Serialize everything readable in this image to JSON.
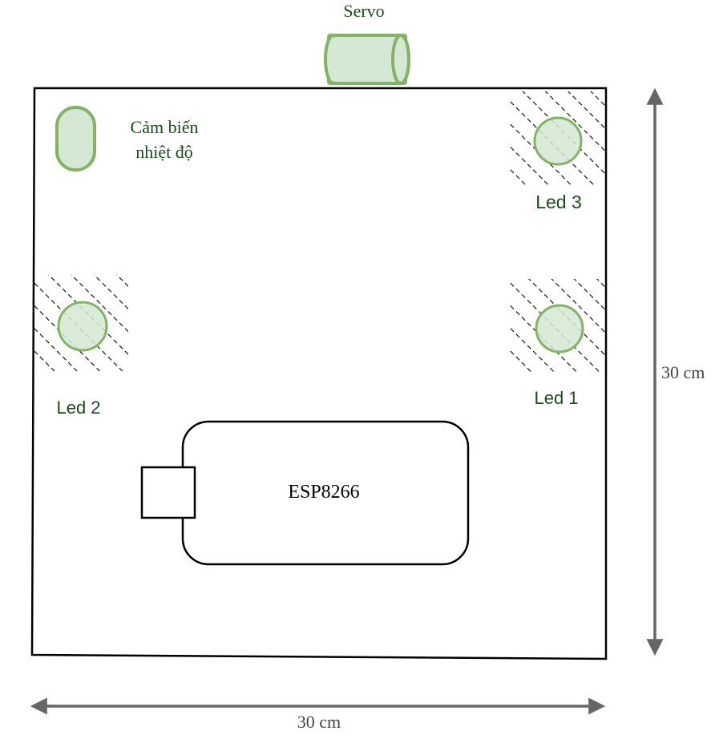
{
  "labels": {
    "servo": "Servo",
    "sensor_line1": "Cảm biến",
    "sensor_line2": "nhiệt độ",
    "led1": "Led 1",
    "led2": "Led 2",
    "led3": "Led 3",
    "esp": "ESP8266",
    "width_dim": "30 cm",
    "height_dim": "30 cm"
  },
  "colors": {
    "component_fill": "#d5e8d4",
    "component_stroke": "#82b366",
    "label_green": "#1a4d1a",
    "outline": "#000000",
    "dimension_gray": "#666666"
  }
}
